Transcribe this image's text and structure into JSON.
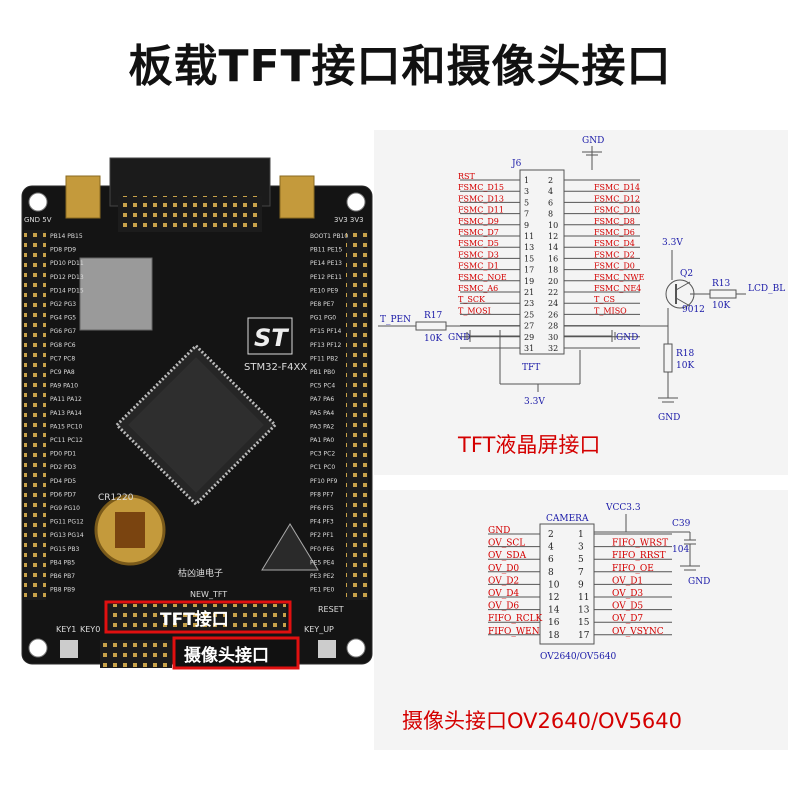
{
  "title": "板载TFT接口和摄像头接口",
  "board": {
    "callout_tft": "TFT接口",
    "callout_camera": "摄像头接口",
    "chip_model": "STM32-F4XX",
    "brand_text": "ST",
    "silk_new_tft": "NEW_TFT",
    "silk_cr1220": "CR1220",
    "silk_maker": "枯凶迪电子",
    "silk_key1": "KEY1",
    "silk_key0": "KEY0",
    "silk_keyup": "KEY_UP",
    "silk_reset": "RESET",
    "silk_3v3": "3V3 3V3",
    "silk_gnd": "GND 5V",
    "left_pins": [
      "PB14 PB15",
      "PD8 PD9",
      "PD10 PD11",
      "PD12 PD13",
      "PD14 PD15",
      "PG2 PG3",
      "PG4 PG5",
      "PG6 PG7",
      "PG8 PC6",
      "PC7 PC8",
      "PC9 PA8",
      "PA9 PA10",
      "PA11 PA12",
      "PA13 PA14",
      "PA15 PC10",
      "PC11 PC12",
      "PD0 PD1",
      "PD2 PD3",
      "PD4 PD5",
      "PD6 PD7",
      "PG9 PG10",
      "PG11 PG12",
      "PG13 PG14",
      "PG15 PB3",
      "PB4 PB5",
      "PB6 PB7",
      "PB8 PB9"
    ],
    "right_pins": [
      "BOOT1 PB10",
      "PB11 PE15",
      "PE14 PE13",
      "PE12 PE11",
      "PE10 PE9",
      "PE8 PE7",
      "PG1 PG0",
      "PF15 PF14",
      "PF13 PF12",
      "PF11 PB2",
      "PB1 PB0",
      "PC5 PC4",
      "PA7 PA6",
      "PA5 PA4",
      "PA3 PA2",
      "PA1 PA0",
      "PC3 PC2",
      "PC1 PC0",
      "PF10 PF9",
      "PF8 PF7",
      "PF6 PF5",
      "PF4 PF3",
      "PF2 PF1",
      "PF0 PE6",
      "PE5 PE4",
      "PE3 PE2",
      "PE1 PE0"
    ]
  },
  "tft": {
    "caption": "TFT液晶屏接口",
    "connector": "J6",
    "footer": "TFT",
    "gnd_top": "GND",
    "vcc_bottom": "3.3V",
    "left_pins": [
      {
        "net": "RST",
        "pin": "1"
      },
      {
        "net": "FSMC_D15",
        "pin": "3"
      },
      {
        "net": "FSMC_D13",
        "pin": "5"
      },
      {
        "net": "FSMC_D11",
        "pin": "7"
      },
      {
        "net": "FSMC_D9",
        "pin": "9"
      },
      {
        "net": "FSMC_D7",
        "pin": "11"
      },
      {
        "net": "FSMC_D5",
        "pin": "13"
      },
      {
        "net": "FSMC_D3",
        "pin": "15"
      },
      {
        "net": "FSMC_D1",
        "pin": "17"
      },
      {
        "net": "FSMC_NOE",
        "pin": "19"
      },
      {
        "net": "FSMC_A6",
        "pin": "21"
      },
      {
        "net": "T_SCK",
        "pin": "23"
      },
      {
        "net": "T_MOSI",
        "pin": "25"
      },
      {
        "net": "",
        "pin": "27"
      },
      {
        "net": "",
        "pin": "29"
      },
      {
        "net": "",
        "pin": "31"
      }
    ],
    "right_pins": [
      {
        "net": "",
        "pin": "2"
      },
      {
        "net": "FSMC_D14",
        "pin": "4"
      },
      {
        "net": "FSMC_D12",
        "pin": "6"
      },
      {
        "net": "FSMC_D10",
        "pin": "8"
      },
      {
        "net": "FSMC_D8",
        "pin": "10"
      },
      {
        "net": "FSMC_D6",
        "pin": "12"
      },
      {
        "net": "FSMC_D4",
        "pin": "14"
      },
      {
        "net": "FSMC_D2",
        "pin": "16"
      },
      {
        "net": "FSMC_D0",
        "pin": "18"
      },
      {
        "net": "FSMC_NWE",
        "pin": "20"
      },
      {
        "net": "FSMC_NE4",
        "pin": "22"
      },
      {
        "net": "T_CS",
        "pin": "24"
      },
      {
        "net": "T_MISO",
        "pin": "26"
      },
      {
        "net": "",
        "pin": "28"
      },
      {
        "net": "",
        "pin": "30"
      },
      {
        "net": "",
        "pin": "32"
      }
    ],
    "t_pen": "T_PEN",
    "r17": "R17",
    "r17_val": "10K",
    "gnd_left": "GND",
    "gnd_right": "GND",
    "q2_vcc": "3.3V",
    "q2": "Q2",
    "q2_part": "9012",
    "r13": "R13",
    "r13_val": "10K",
    "lcd_bl": "LCD_BL",
    "r18": "R18",
    "r18_val": "10K",
    "gnd_q": "GND"
  },
  "camera": {
    "caption": "摄像头接口OV2640/OV5640",
    "connector": "CAMERA",
    "footer": "OV2640/OV5640",
    "vcc": "VCC3.3",
    "c39": "C39",
    "c39_val": "104",
    "gnd_c": "GND",
    "left_pins": [
      {
        "net": "GND",
        "pin": "2"
      },
      {
        "net": "OV_SCL",
        "pin": "4"
      },
      {
        "net": "OV_SDA",
        "pin": "6"
      },
      {
        "net": "OV_D0",
        "pin": "8"
      },
      {
        "net": "OV_D2",
        "pin": "10"
      },
      {
        "net": "OV_D4",
        "pin": "12"
      },
      {
        "net": "OV_D6",
        "pin": "14"
      },
      {
        "net": "FIFO_RCLK",
        "pin": "16"
      },
      {
        "net": "FIFO_WEN",
        "pin": "18"
      }
    ],
    "right_pins": [
      {
        "net": "",
        "pin": "1"
      },
      {
        "net": "FIFO_WRST",
        "pin": "3"
      },
      {
        "net": "FIFO_RRST",
        "pin": "5"
      },
      {
        "net": "FIFO_OE",
        "pin": "7"
      },
      {
        "net": "OV_D1",
        "pin": "9"
      },
      {
        "net": "OV_D3",
        "pin": "11"
      },
      {
        "net": "OV_D5",
        "pin": "13"
      },
      {
        "net": "OV_D7",
        "pin": "15"
      },
      {
        "net": "OV_VSYNC",
        "pin": "17"
      }
    ]
  },
  "colors": {
    "red": "#d40000",
    "blue": "#1a1aa8",
    "line": "#555555",
    "board": "#141414"
  }
}
